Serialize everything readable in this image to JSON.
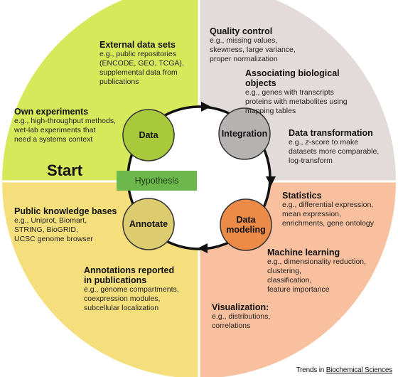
{
  "colors": {
    "top_left": "#d6e95a",
    "top_right": "#e3dada",
    "bottom_left": "#f5df7c",
    "bottom_right": "#f8c09e",
    "node_data": "#a9c93c",
    "node_integration": "#b7b2b2",
    "node_modeling": "#ec8b47",
    "node_annotate": "#ddcc6f",
    "hypothesis": "#6db84c"
  },
  "start": "Start",
  "hypothesis": "Hypothesis",
  "nodes": {
    "data": "Data",
    "integration": "Integration",
    "modeling_line1": "Data",
    "modeling_line2": "modeling",
    "annotate": "Annotate"
  },
  "sections": {
    "external": {
      "title": "External data sets",
      "body": "e.g., public repositories\n(ENCODE, GEO, TCGA),\nsupplemental data from\npublications"
    },
    "own": {
      "title": "Own experiments",
      "body": "e.g., high-throughput methods,\nwet-lab experiments that\nneed a systems context"
    },
    "quality": {
      "title": "Quality control",
      "body": "e.g., missing values,\nskewness, large variance,\nproper normalization"
    },
    "associating": {
      "title": "Associating biological\nobjects",
      "body": "e.g., genes with transcripts\nproteins with metabolites using\n              mapping tables"
    },
    "transformation": {
      "title": "Data transformation",
      "body_prefix": "e.g., ",
      "body_italic": "z",
      "body_rest": "-score to make\ndatasets more comparable,\nlog-transform"
    },
    "statistics": {
      "title": "Statistics",
      "body": "e.g., differential expression,\nmean expression,\nenrichments, gene ontology"
    },
    "machine": {
      "title": "Machine learning",
      "body": "e.g., dimensionality reduction,\nclustering,\nclassification,\nfeature importance"
    },
    "visualization": {
      "title": "Visualization:",
      "body": "e.g., distributions,\ncorrelations"
    },
    "public_kb": {
      "title": "Public knowledge bases",
      "body": "e.g., Uniprot, Biomart,\nSTRING, BioGRID,\nUCSC genome browser"
    },
    "annotations": {
      "title": "Annotations reported\nin publications",
      "body": "e.g., genome compartments,\ncoexpression modules,\nsubcellular localization"
    }
  },
  "footer": {
    "prefix": "Trends in ",
    "journal": "Biochemical Sciences"
  }
}
